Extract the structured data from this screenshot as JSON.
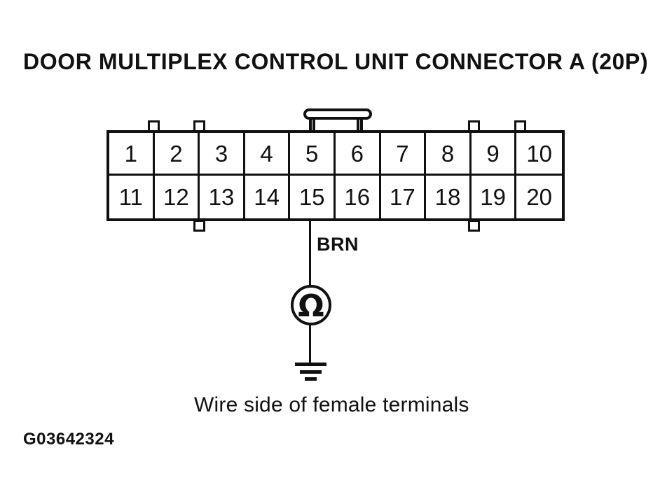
{
  "page": {
    "title": "DOOR MULTIPLEX CONTROL UNIT CONNECTOR A (20P)",
    "caption": "Wire side of female terminals",
    "figure_id": "G03642324"
  },
  "connector": {
    "label": "A (20P)",
    "rows": 2,
    "columns": 10,
    "pins": [
      "1",
      "2",
      "3",
      "4",
      "5",
      "6",
      "7",
      "8",
      "9",
      "10",
      "11",
      "12",
      "13",
      "14",
      "15",
      "16",
      "17",
      "18",
      "19",
      "20"
    ]
  },
  "wire": {
    "color_code": "BRN",
    "from_pin": "15"
  },
  "meter": {
    "type": "ohmmeter",
    "symbol": "Ω"
  },
  "ground": {
    "type": "chassis-ground"
  },
  "colors": {
    "ink": "#111111",
    "background": "#ffffff"
  }
}
